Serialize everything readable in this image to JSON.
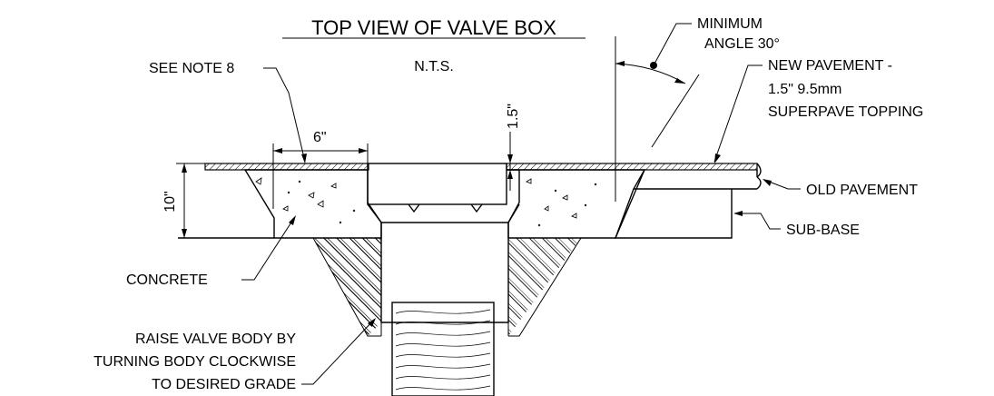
{
  "title": "TOP VIEW OF VALVE BOX",
  "scale": "N.T.S.",
  "callouts": {
    "see_note": "SEE NOTE 8",
    "min_angle_1": "MINIMUM",
    "min_angle_2": "ANGLE 30°",
    "new_pavement_1": "NEW PAVEMENT -",
    "new_pavement_2": "1.5\" 9.5mm",
    "new_pavement_3": "SUPERPAVE TOPPING",
    "old_pavement": "OLD PAVEMENT",
    "sub_base": "SUB-BASE",
    "concrete": "CONCRETE",
    "raise_1": "RAISE VALVE BODY BY",
    "raise_2": "TURNING BODY CLOCKWISE",
    "raise_3": "TO DESIRED GRADE"
  },
  "dimensions": {
    "width_6": "6\"",
    "depth_10": "10\"",
    "thickness_15": "1.5\""
  }
}
